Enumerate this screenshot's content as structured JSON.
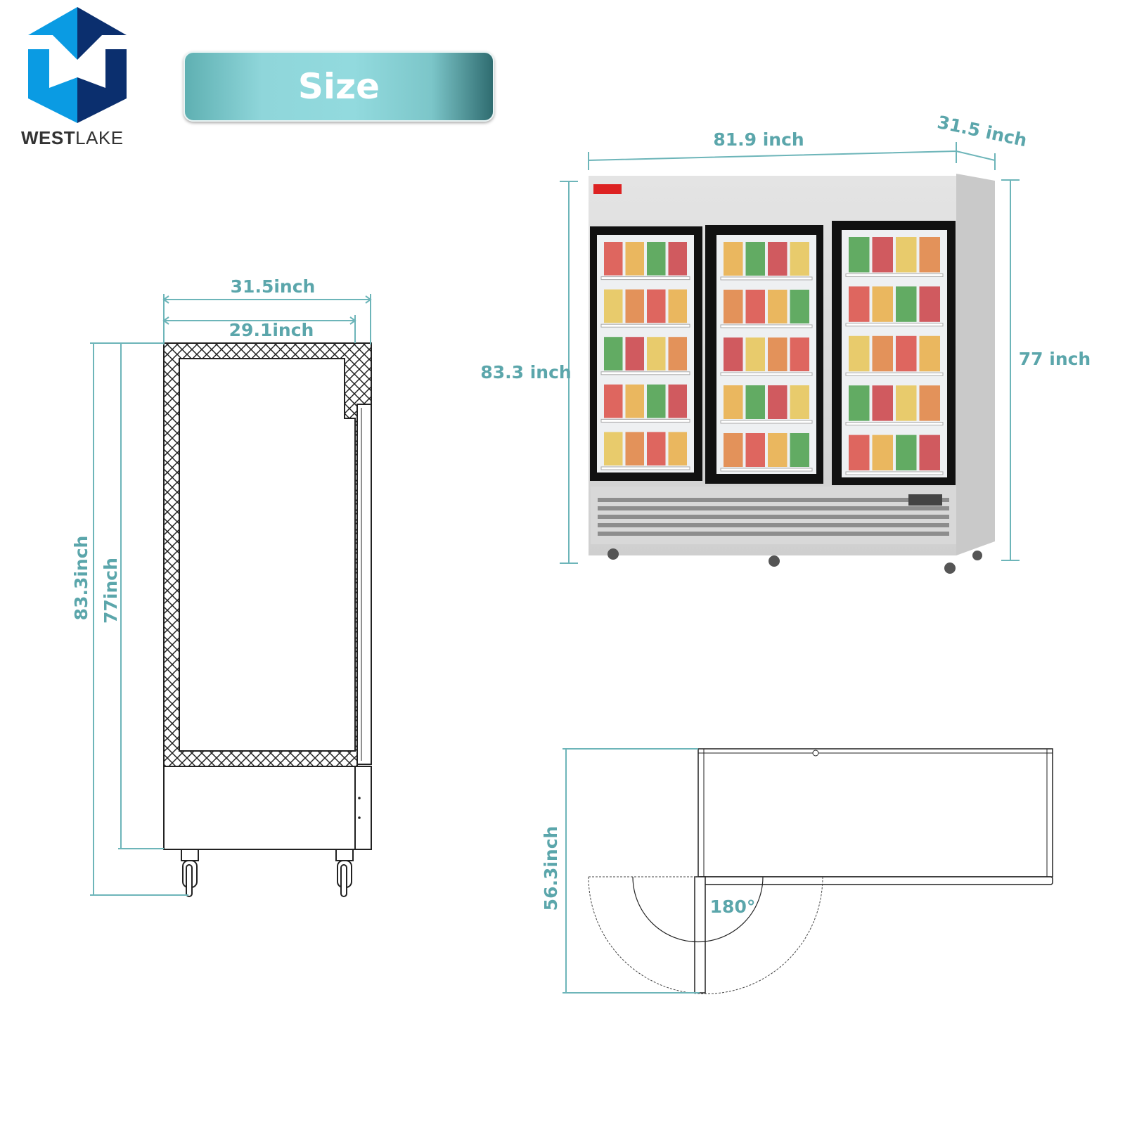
{
  "logo": {
    "brand_bold": "WEST",
    "brand_light": "LAKE",
    "colors": {
      "light": "#0a9be3",
      "dark": "#0b2f6e"
    }
  },
  "banner": {
    "title": "Size"
  },
  "accent_color": "#5ba6ab",
  "side_view": {
    "depth_outer": "31.5inch",
    "depth_inner": "29.1inch",
    "height_total": "83.3inch",
    "height_body": "77inch"
  },
  "front_view": {
    "width": "81.9 inch",
    "depth": "31.5 inch",
    "height_total": "83.3 inch",
    "height_body": "77 inch",
    "doors": 3
  },
  "top_view": {
    "depth_open": "56.3inch",
    "door_angle": "180°"
  }
}
